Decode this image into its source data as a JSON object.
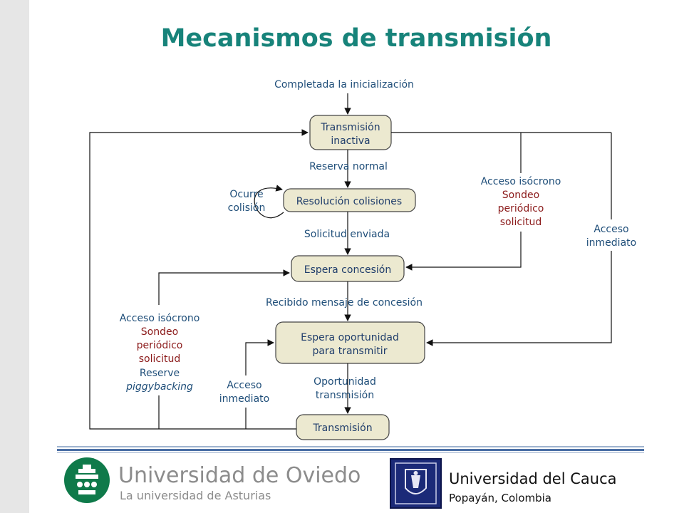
{
  "title": "Mecanismos de transmisión",
  "diagram": {
    "start_label": "Completada la inicialización",
    "nodes": {
      "idle_l1": "Transmisión",
      "idle_l2": "inactiva",
      "collision": "Resolución colisiones",
      "wait_grant": "Espera concesión",
      "wait_opp_l1": "Espera oportunidad",
      "wait_opp_l2": "para transmitir",
      "transmit": "Transmisión"
    },
    "edges": {
      "normal_reserve": "Reserva normal",
      "collision_l1": "Ocurre",
      "collision_l2": "colisión",
      "request_sent": "Solicitud enviada",
      "grant_received": "Recibido mensaje de concesión",
      "opportunity_l1": "Oportunidad",
      "opportunity_l2": "transmisión",
      "right_iso_l1": "Acceso isócrono",
      "right_iso_l2": "Sondeo",
      "right_iso_l3": "periódico",
      "right_iso_l4": "solicitud",
      "right_immediate_l1": "Acceso",
      "right_immediate_l2": "inmediato",
      "left_iso_l1": "Acceso isócrono",
      "left_iso_l2": "Sondeo",
      "left_iso_l3": "periódico",
      "left_iso_l4": "solicitud",
      "left_iso_l5": "Reserve",
      "left_iso_l6": "piggybacking",
      "left_immediate_l1": "Acceso",
      "left_immediate_l2": "inmediato"
    }
  },
  "footer": {
    "oviedo_name": "Universidad de Oviedo",
    "oviedo_sub": "La universidad de Asturias",
    "cauca_name": "Universidad del Cauca",
    "cauca_city": "Popayán, Colombia"
  },
  "colors": {
    "title": "#17837a",
    "label_blue": "#1f4e79",
    "label_red": "#8b1a1a",
    "node_fill": "#ece9d0",
    "footer_rule": "#4a6fa5"
  }
}
